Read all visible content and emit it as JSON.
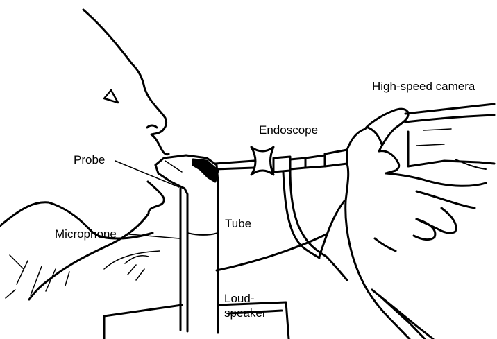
{
  "labels": {
    "camera": "High-speed camera",
    "endoscope": "Endoscope",
    "probe": "Probe",
    "tube": "Tube",
    "microphone": "Microphone",
    "loudspeaker_line1": "Loud-",
    "loudspeaker_line2": "speaker"
  },
  "colors": {
    "ink": "#000000",
    "background": "#ffffff"
  }
}
